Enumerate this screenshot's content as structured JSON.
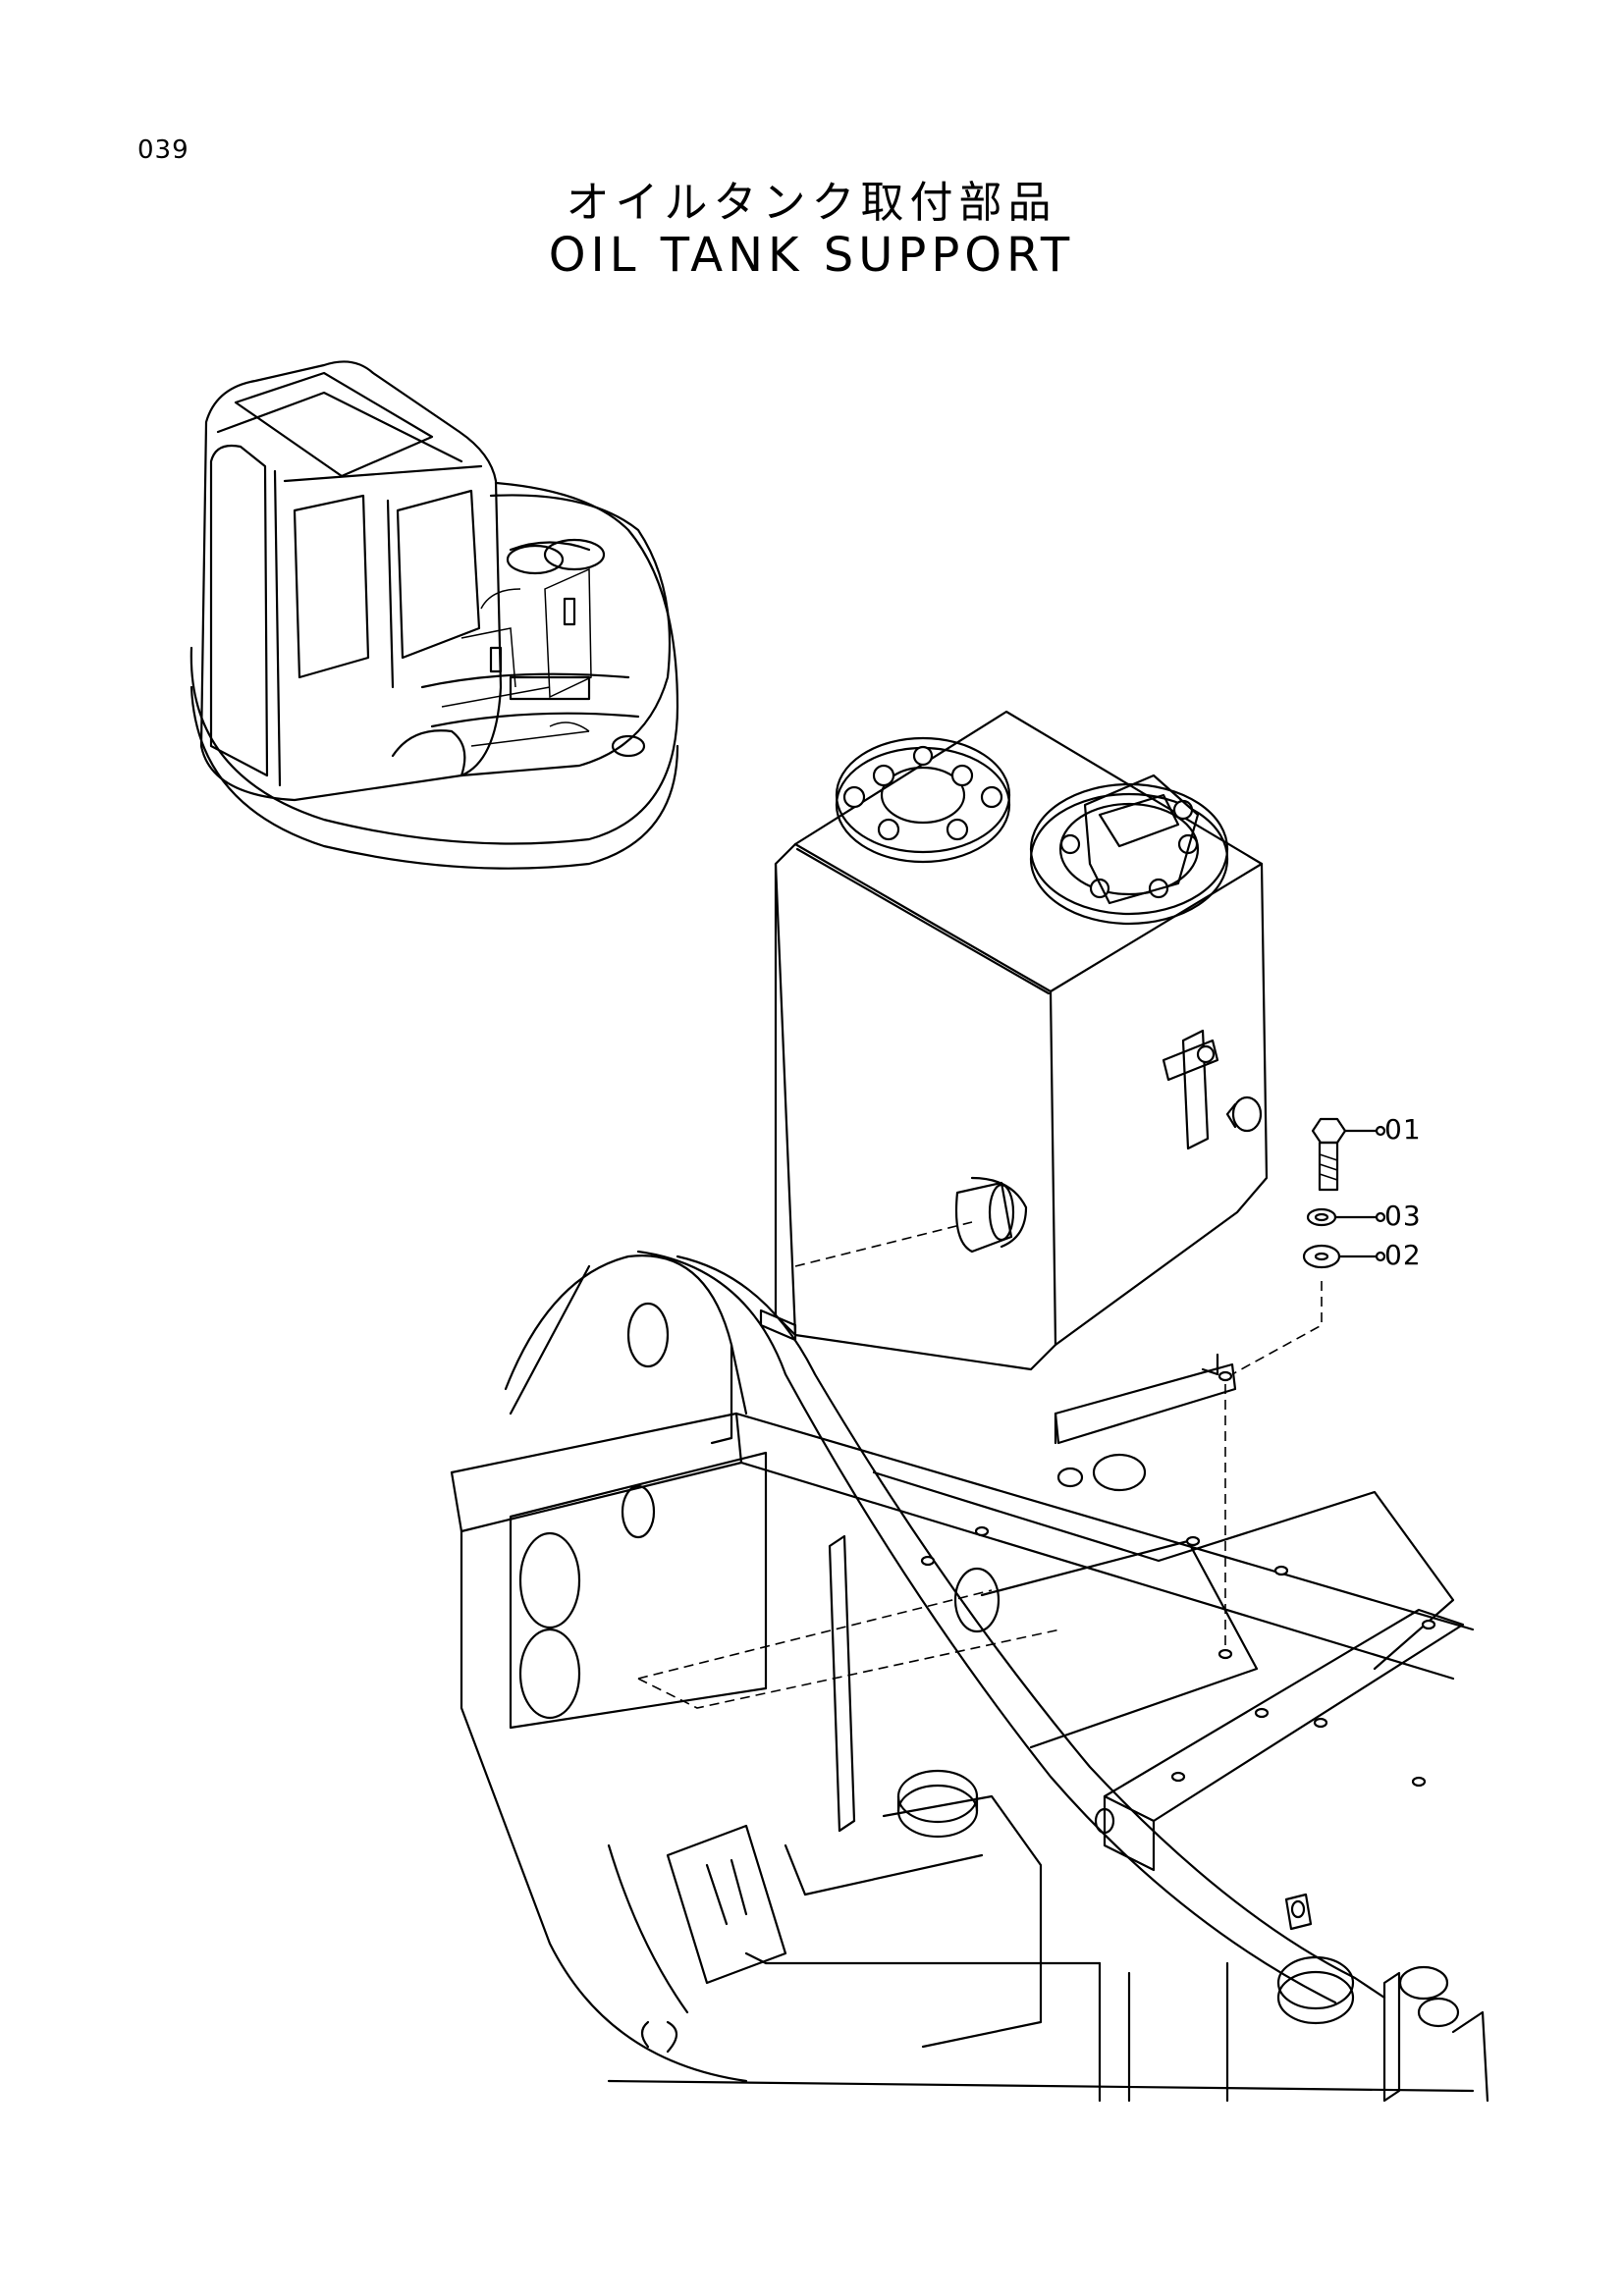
{
  "page_number": "039",
  "title_jp": "オイルタンク取付部品",
  "title_en": "OIL TANK SUPPORT",
  "callouts": [
    {
      "label": "01",
      "part": "bolt"
    },
    {
      "label": "03",
      "part": "spring washer"
    },
    {
      "label": "02",
      "part": "washer"
    }
  ]
}
